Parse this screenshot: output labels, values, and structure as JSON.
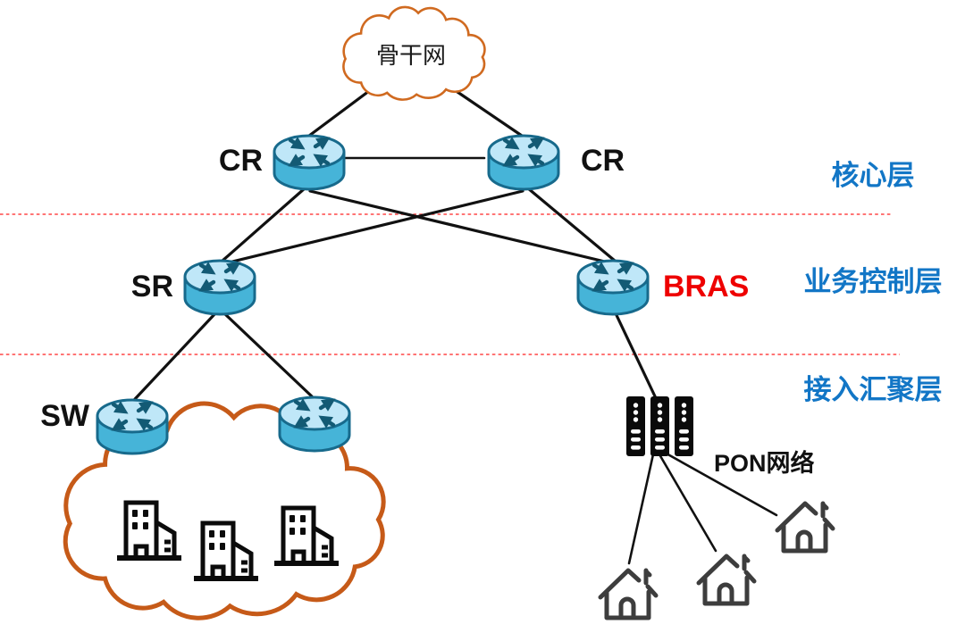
{
  "backbone_cloud": {
    "label": "骨干网"
  },
  "devices": {
    "cr_left": {
      "label": "CR",
      "type": "core-router"
    },
    "cr_right": {
      "label": "CR",
      "type": "core-router"
    },
    "sr": {
      "label": "SR",
      "type": "service-router"
    },
    "bras": {
      "label": "BRAS",
      "type": "broadband-access-server"
    },
    "sw": {
      "label": "SW",
      "type": "switch"
    },
    "pon": {
      "label": "PON网络",
      "type": "olt-pon-network"
    }
  },
  "layers": {
    "core": {
      "label": "核心层"
    },
    "service_control": {
      "label": "业务控制层"
    },
    "access_aggregation": {
      "label": "接入汇聚层"
    }
  },
  "colors": {
    "layer_label": "#1276c6",
    "bras_label": "#ee0000",
    "divider_line": "#ff6060",
    "backbone_cloud_outline": "#d06a20",
    "access_cloud_outline": "#c65a18",
    "router_top": "#bfe7f8",
    "router_side": "#46b4d8",
    "router_outline": "#176a8c",
    "router_arrows": "#135a74",
    "link_line": "#111111",
    "house_outline": "#3d3d3d",
    "building_outline": "#0b0b0b",
    "olt_fill": "#0a0a0a"
  },
  "icons": {
    "router": "cylinder-with-four-arrows",
    "backbone_cloud": "orange-outline-cloud",
    "access_cloud": "orange-outline-cloud",
    "building": "office-building-outline",
    "house": "house-with-chimney-outline",
    "olt": "rack-of-three-server-columns"
  }
}
